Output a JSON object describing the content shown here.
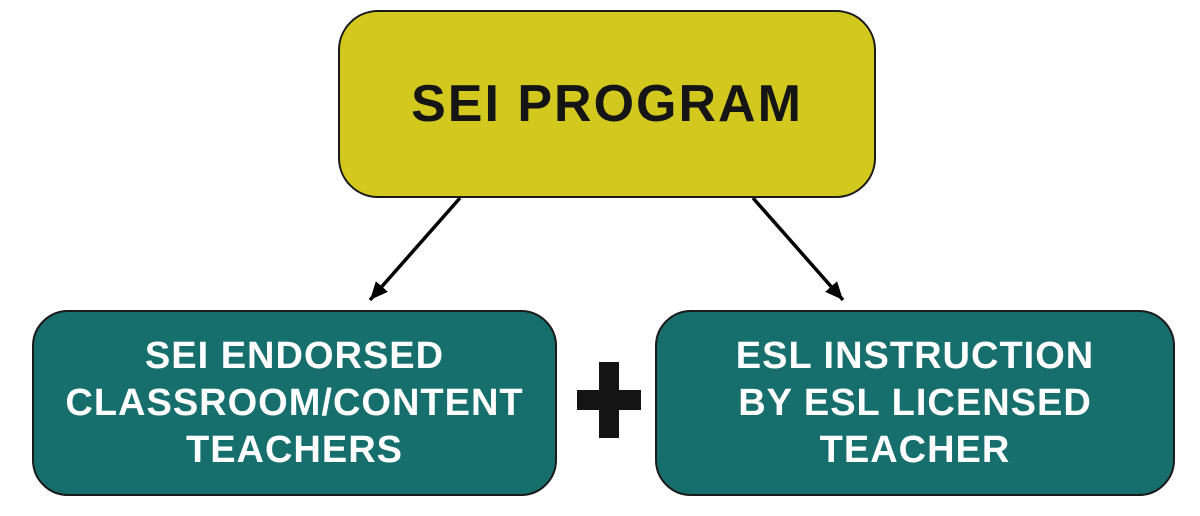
{
  "diagram": {
    "root": {
      "label": "SEI PROGRAM",
      "fill": "#d2c81e",
      "text_color": "#151515"
    },
    "children": [
      {
        "id": "left-node",
        "lines": [
          "SEI ENDORSED",
          "CLASSROOM/CONTENT",
          "TEACHERS"
        ],
        "fill": "#166f6d",
        "text_color": "#ffffff"
      },
      {
        "id": "right-node",
        "lines": [
          "ESL INSTRUCTION",
          "BY ESL LICENSED",
          "TEACHER"
        ],
        "fill": "#166f6d",
        "text_color": "#ffffff"
      }
    ],
    "operator": {
      "icon": "plus-icon",
      "glyph": "+",
      "color": "#141414"
    },
    "connectors": [
      {
        "from": "root",
        "to": "left-node",
        "style": "arrow"
      },
      {
        "from": "root",
        "to": "right-node",
        "style": "arrow"
      }
    ],
    "border_color": "#1a1a1a",
    "arrow_color": "#000000",
    "background": "#ffffff"
  }
}
